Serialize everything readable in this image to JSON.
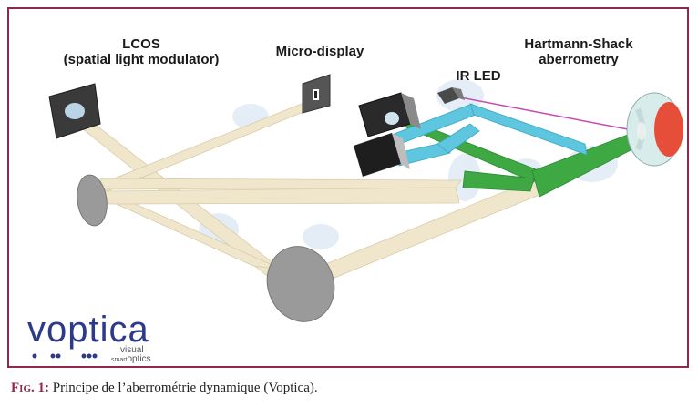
{
  "labels": {
    "lcos_line1": "LCOS",
    "lcos_line2": "(spatial light modulator)",
    "micro_display": "Micro-display",
    "ir_led": "IR LED",
    "hs_line1": "Hartmann-Shack",
    "hs_line2": "aberrometry"
  },
  "logo": {
    "name": "voptica",
    "tagline_small": "smart",
    "tagline_big1": "visual",
    "tagline_big2": "optics"
  },
  "caption": {
    "figure": "Fig. 1:",
    "text": " Principe de l’aberrométrie dynamique (Voptica)."
  },
  "colors": {
    "frame": "#8c2a48",
    "beam_light": "#efe6cc",
    "beam_green": "#3ea843",
    "beam_cyan": "#5fc6e0",
    "mirror": "#9a9a9a",
    "logo_blue": "#2d3a8c"
  }
}
